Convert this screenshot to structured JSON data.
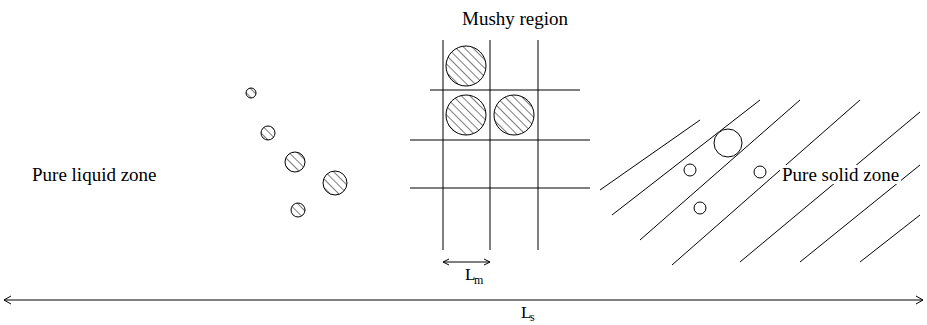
{
  "diagram": {
    "labels": [
      "Pure liquid zone",
      "Mushy region",
      "Pure solid zone",
      "L",
      "m",
      "L",
      "s"
    ]
  }
}
